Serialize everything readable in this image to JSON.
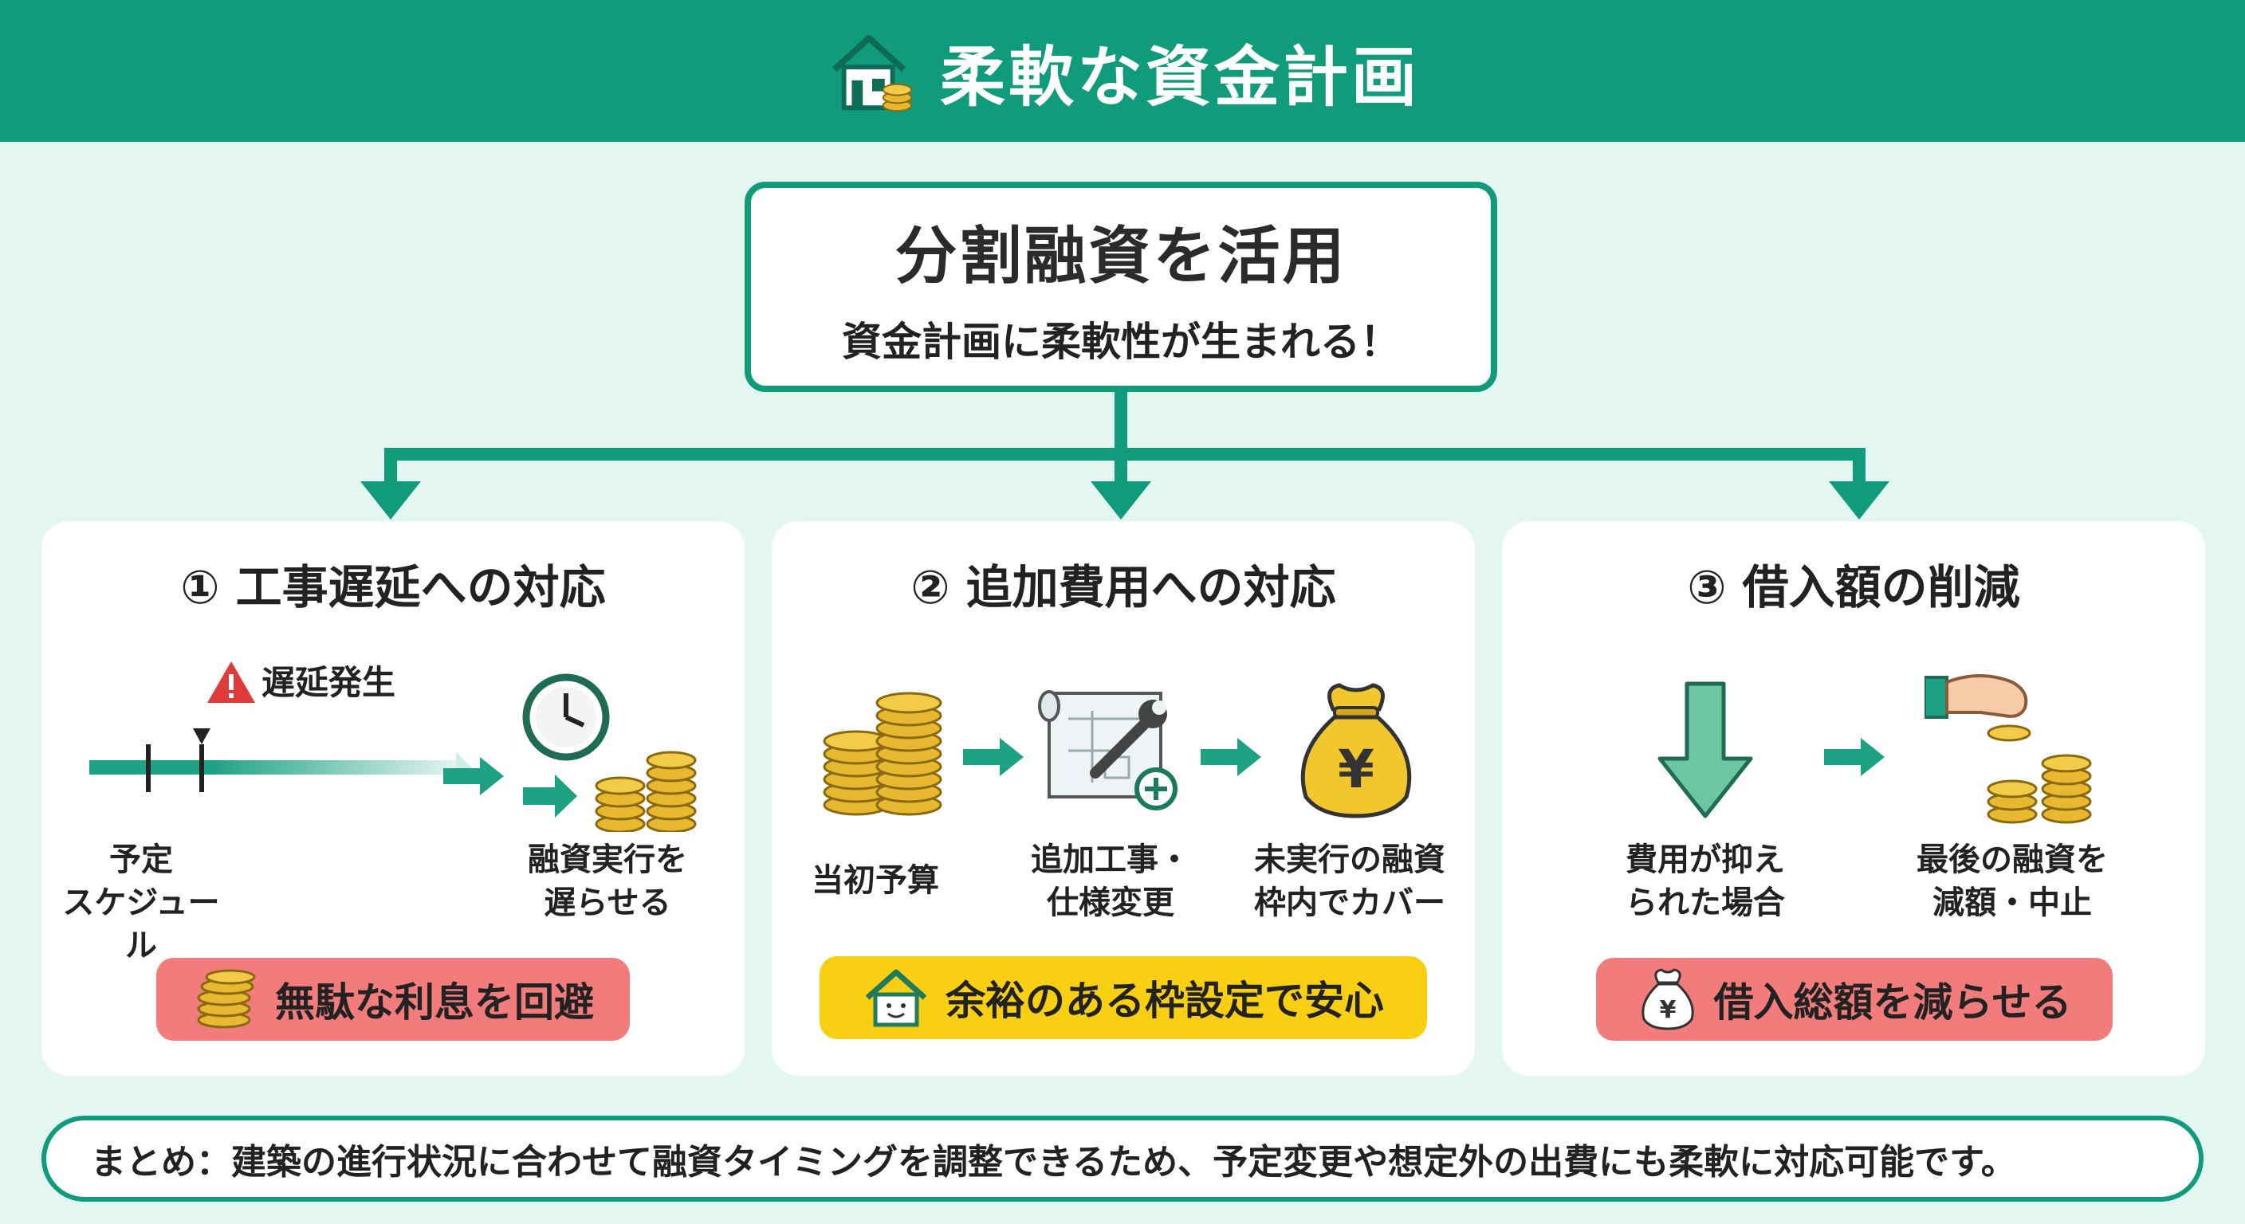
{
  "header": {
    "title": "柔軟な資金計画",
    "icon": "house-coins-icon"
  },
  "hero": {
    "title": "分割融資を活用",
    "subtitle": "資金計画に柔軟性が生まれる！"
  },
  "panels": [
    {
      "title": "① 工事遅延への対応",
      "warning": "遅延発生",
      "left_label": [
        "予定",
        "スケジュール"
      ],
      "right_label": [
        "融資実行を",
        "遅らせる"
      ],
      "badge": "無駄な利息を回避"
    },
    {
      "title": "② 追加費用への対応",
      "step1": [
        "当初予算"
      ],
      "step2": [
        "追加工事・",
        "仕様変更"
      ],
      "step3": [
        "未実行の融資",
        "枠内でカバー"
      ],
      "badge": "余裕のある枠設定で安心"
    },
    {
      "title": "③ 借入額の削減",
      "left_label": [
        "費用が抑え",
        "られた場合"
      ],
      "right_label": [
        "最後の融資を",
        "減額・中止"
      ],
      "badge": "借入総額を減らせる"
    }
  ],
  "summary": "まとめ：建築の進行状況に合わせて融資タイミングを調整できるため、予定変更や想定外の出費にも柔軟に対応可能です。",
  "yen_symbol": "¥",
  "colors": {
    "green": "#109b7a",
    "red_badge": "#f27b7b",
    "yellow_badge": "#f8cf12",
    "coin": "#e8b830"
  }
}
